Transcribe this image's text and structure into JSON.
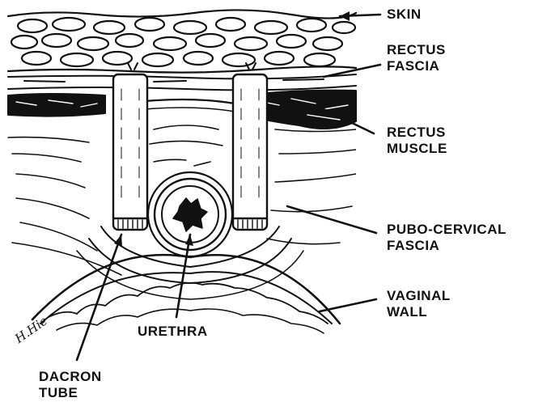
{
  "labels": {
    "skin": [
      "SKIN"
    ],
    "rectus_fascia": [
      "RECTUS",
      "FASCIA"
    ],
    "rectus_muscle": [
      "RECTUS",
      "MUSCLE"
    ],
    "pubo_cervical_fascia": [
      "PUBO-CERVICAL",
      "FASCIA"
    ],
    "vaginal_wall": [
      "VAGINAL",
      "WALL"
    ],
    "urethra": [
      "URETHRA"
    ],
    "dacron_tube": [
      "DACRON",
      "TUBE"
    ]
  },
  "signature": "H.Hie"
}
